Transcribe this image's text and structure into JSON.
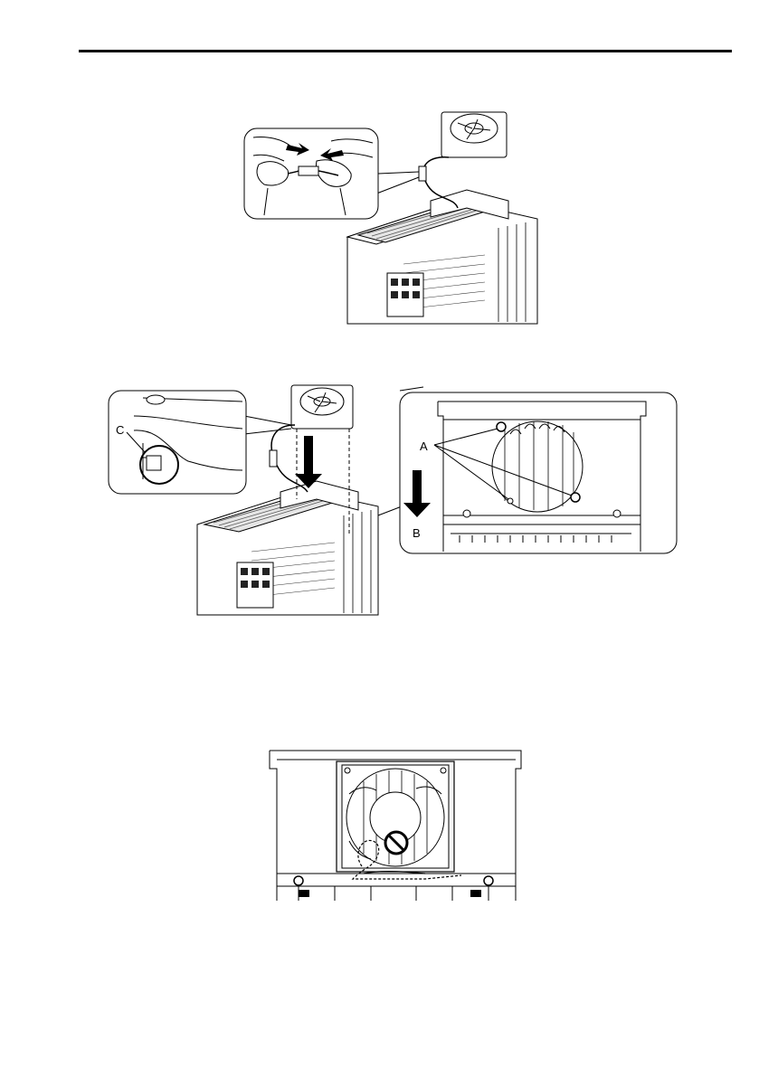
{
  "figures": {
    "fig2": {
      "callout_c": "C",
      "callout_a": "A",
      "callout_b": "B"
    }
  }
}
